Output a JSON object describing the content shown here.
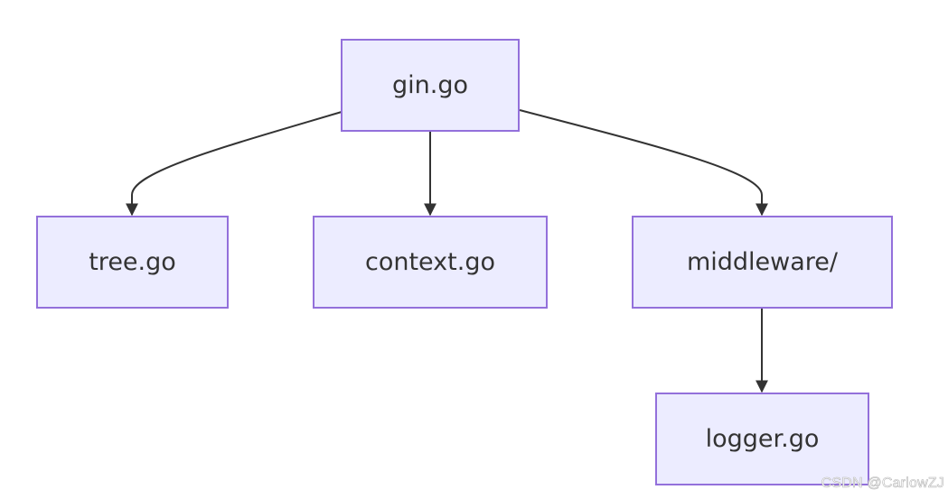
{
  "diagram": {
    "type": "tree",
    "colors": {
      "node_fill": "#ececff",
      "node_border": "#9370db",
      "text": "#333333",
      "edge": "#333333"
    },
    "nodes": {
      "gin": {
        "label": "gin.go"
      },
      "tree": {
        "label": "tree.go"
      },
      "context": {
        "label": "context.go"
      },
      "middleware": {
        "label": "middleware/"
      },
      "logger": {
        "label": "logger.go"
      }
    },
    "edges": [
      {
        "from": "gin.go",
        "to": "tree.go"
      },
      {
        "from": "gin.go",
        "to": "context.go"
      },
      {
        "from": "gin.go",
        "to": "middleware/"
      },
      {
        "from": "middleware/",
        "to": "logger.go"
      }
    ]
  },
  "watermark": "CSDN @CarlowZJ"
}
